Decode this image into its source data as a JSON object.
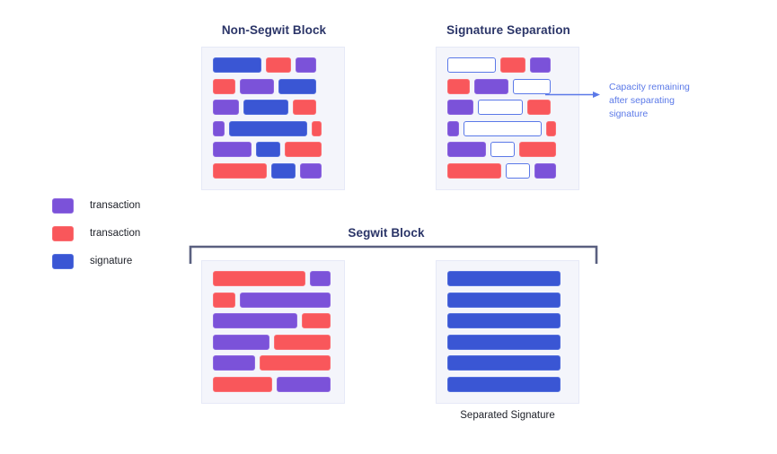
{
  "titles": {
    "non_segwit": "Non-Segwit Block",
    "signature_separation": "Signature Separation",
    "segwit": "Segwit Block"
  },
  "captions": {
    "separated_signature": "Separated Signature"
  },
  "callout": {
    "line1": "Capacity remaining",
    "line2": "after separating",
    "line3": "signature"
  },
  "legend": {
    "items": [
      {
        "label": "transaction",
        "color": "#7b52d9",
        "kind": "tx-purple"
      },
      {
        "label": "transaction",
        "color": "#f9575b",
        "kind": "tx-red"
      },
      {
        "label": "signature",
        "color": "#3a56d4",
        "kind": "sig-blue"
      }
    ]
  },
  "colors": {
    "transaction_purple": "#7b52d9",
    "transaction_red": "#f9575b",
    "signature_blue": "#3a56d4",
    "empty_outline": "#5b79e8",
    "panel_background": "#f4f5fb",
    "title_navy": "#2b3568",
    "callout_blue": "#5b79e8",
    "bracket_gray": "#5a6080"
  },
  "blocks": {
    "non_segwit": {
      "rows": [
        [
          {
            "kind": "sig-blue",
            "w": 54
          },
          {
            "kind": "tx-red",
            "w": 28
          },
          {
            "kind": "tx-purple",
            "w": 23
          }
        ],
        [
          {
            "kind": "tx-red",
            "w": 25
          },
          {
            "kind": "tx-purple",
            "w": 38
          },
          {
            "kind": "sig-blue",
            "w": 42
          }
        ],
        [
          {
            "kind": "tx-purple",
            "w": 29
          },
          {
            "kind": "sig-blue",
            "w": 50
          },
          {
            "kind": "tx-red",
            "w": 26
          }
        ],
        [
          {
            "kind": "tx-purple",
            "w": 13
          },
          {
            "kind": "sig-blue",
            "w": 87
          },
          {
            "kind": "tx-red",
            "w": 11
          }
        ],
        [
          {
            "kind": "tx-purple",
            "w": 43
          },
          {
            "kind": "sig-blue",
            "w": 27
          },
          {
            "kind": "tx-red",
            "w": 41
          }
        ],
        [
          {
            "kind": "tx-red",
            "w": 60
          },
          {
            "kind": "sig-blue",
            "w": 27
          },
          {
            "kind": "tx-purple",
            "w": 24
          }
        ]
      ]
    },
    "signature_separation": {
      "rows": [
        [
          {
            "kind": "empty",
            "w": 54
          },
          {
            "kind": "tx-red",
            "w": 28
          },
          {
            "kind": "tx-purple",
            "w": 23
          }
        ],
        [
          {
            "kind": "tx-red",
            "w": 25
          },
          {
            "kind": "tx-purple",
            "w": 38
          },
          {
            "kind": "empty",
            "w": 42
          }
        ],
        [
          {
            "kind": "tx-purple",
            "w": 29
          },
          {
            "kind": "empty",
            "w": 50
          },
          {
            "kind": "tx-red",
            "w": 26
          }
        ],
        [
          {
            "kind": "tx-purple",
            "w": 13
          },
          {
            "kind": "empty",
            "w": 87
          },
          {
            "kind": "tx-red",
            "w": 11
          }
        ],
        [
          {
            "kind": "tx-purple",
            "w": 43
          },
          {
            "kind": "empty",
            "w": 27
          },
          {
            "kind": "tx-red",
            "w": 41
          }
        ],
        [
          {
            "kind": "tx-red",
            "w": 60
          },
          {
            "kind": "empty",
            "w": 27
          },
          {
            "kind": "tx-purple",
            "w": 24
          }
        ]
      ]
    },
    "segwit_transactions": {
      "rows": [
        [
          {
            "kind": "tx-red",
            "w": 103
          },
          {
            "kind": "tx-purple",
            "w": 23
          }
        ],
        [
          {
            "kind": "tx-red",
            "w": 25
          },
          {
            "kind": "tx-purple",
            "w": 101
          }
        ],
        [
          {
            "kind": "tx-purple",
            "w": 94
          },
          {
            "kind": "tx-red",
            "w": 32
          }
        ],
        [
          {
            "kind": "tx-purple",
            "w": 63
          },
          {
            "kind": "tx-red",
            "w": 63
          }
        ],
        [
          {
            "kind": "tx-purple",
            "w": 47
          },
          {
            "kind": "tx-red",
            "w": 79
          }
        ],
        [
          {
            "kind": "tx-red",
            "w": 66
          },
          {
            "kind": "tx-purple",
            "w": 60
          }
        ]
      ]
    },
    "segwit_signatures": {
      "rows": [
        [
          {
            "kind": "sig-blue",
            "w": 126
          }
        ],
        [
          {
            "kind": "sig-blue",
            "w": 126
          }
        ],
        [
          {
            "kind": "sig-blue",
            "w": 126
          }
        ],
        [
          {
            "kind": "sig-blue",
            "w": 126
          }
        ],
        [
          {
            "kind": "sig-blue",
            "w": 126
          }
        ],
        [
          {
            "kind": "sig-blue",
            "w": 126
          }
        ]
      ]
    }
  }
}
